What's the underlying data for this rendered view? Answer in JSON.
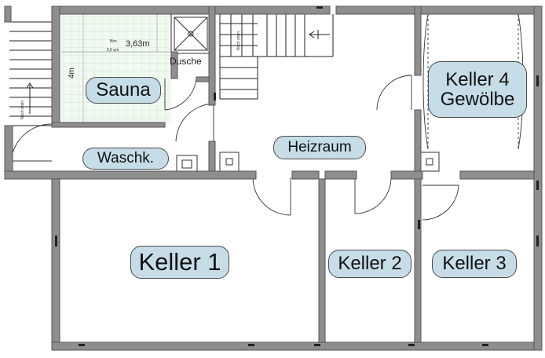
{
  "rooms": {
    "sauna": "Sauna",
    "waschk": "Waschk.",
    "heizraum": "Heizraum",
    "keller1": "Keller 1",
    "keller2": "Keller 2",
    "keller3": "Keller 3",
    "keller4": "Keller 4\nGewölbe",
    "dusche": "Dusche"
  },
  "annotations": {
    "dim_width": "3,63m",
    "dim_height": "4m",
    "bad_small": "Bim",
    "area_small": "5,5 qm",
    "stair_note_left": "Nach oben",
    "stair_note_right": "Nach oben"
  },
  "colors": {
    "wall": "#8e8e8e",
    "label_fill": "#c6dde8",
    "sauna_grid": "#c8e8c8",
    "sauna_fill": "#f1f9f1"
  }
}
